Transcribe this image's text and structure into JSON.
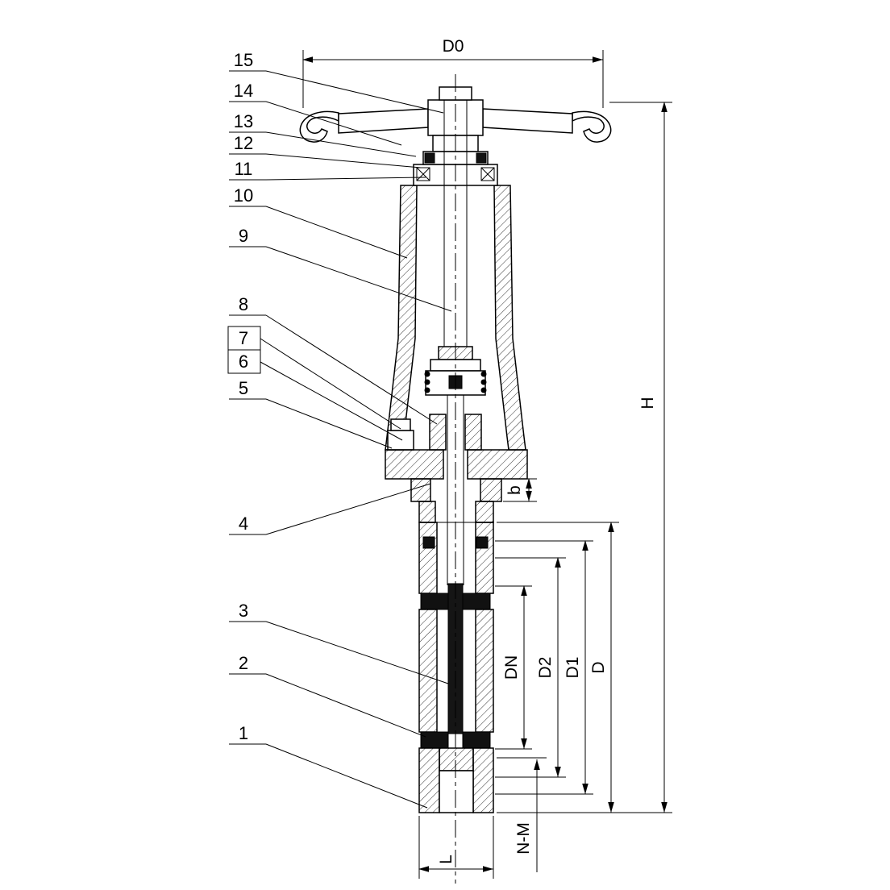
{
  "drawing": {
    "kind": "valve-assembly-section-drawing",
    "colors": {
      "line": "#000000",
      "background": "#ffffff",
      "seal_fill": "#111111"
    }
  },
  "parts": {
    "n15": "15",
    "n14": "14",
    "n13": "13",
    "n12": "12",
    "n11": "11",
    "n10": "10",
    "n9": "9",
    "n8": "8",
    "n7": "7",
    "n6": "6",
    "n5": "5",
    "n4": "4",
    "n3": "3",
    "n2": "2",
    "n1": "1"
  },
  "dims": {
    "d0": "D0",
    "h": "H",
    "b": "b",
    "dn": "DN",
    "d2": "D2",
    "d1": "D1",
    "d": "D",
    "l": "L",
    "nm": "N-M"
  }
}
